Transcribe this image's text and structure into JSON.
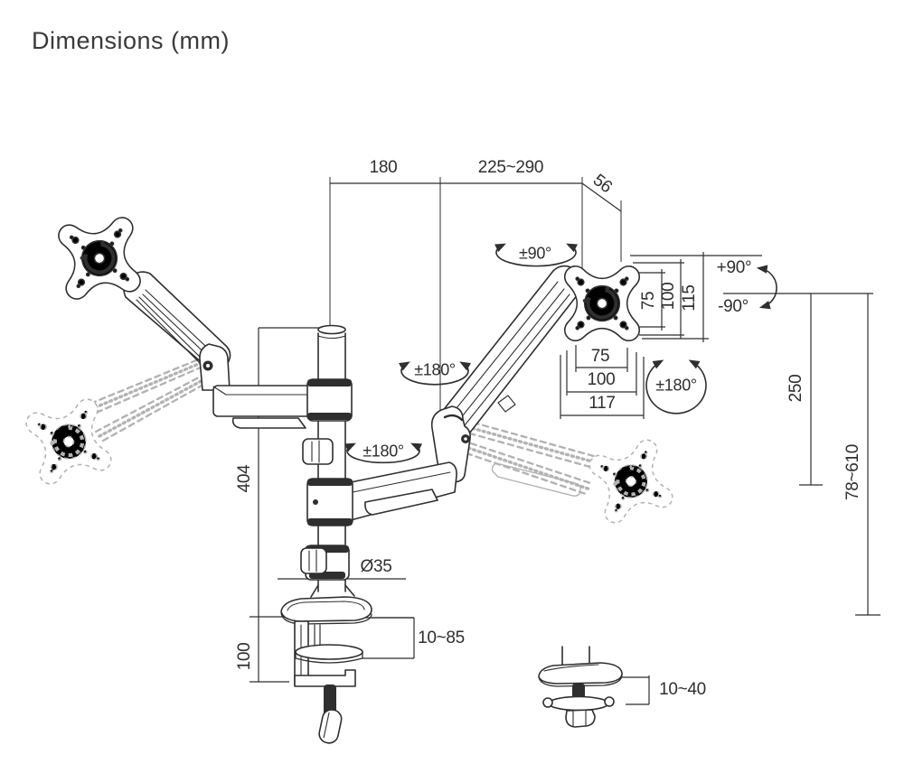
{
  "title": "Dimensions (mm)",
  "colors": {
    "line": "#2f2f2f",
    "ghost": "#b3b3b3",
    "background": "#ffffff"
  },
  "annotations": {
    "head_swivel": "±90°",
    "tilt_up": "+90°",
    "tilt_down": "-90°",
    "vesa_rotation": "±180°",
    "upper_arm_swivel": "±180°",
    "lower_arm_swivel": "±180°"
  },
  "dimensions": {
    "upper_arm_length": "180",
    "arm_extension_range": "225~290",
    "head_offset": "56",
    "vesa_hole_height_75": "75",
    "vesa_hole_height_100": "100",
    "head_plate_height": "115",
    "vesa_hole_width_75": "75",
    "vesa_hole_width_100": "100",
    "head_plate_width": "117",
    "arm_vertical_travel": "250",
    "height_adjustment_range": "78~610",
    "pole_usable_height": "404",
    "pole_diameter": "Ø35",
    "clamp_bracket_height": "100",
    "clamp_desk_thickness": "10~85",
    "grommet_desk_thickness": "10~40"
  }
}
